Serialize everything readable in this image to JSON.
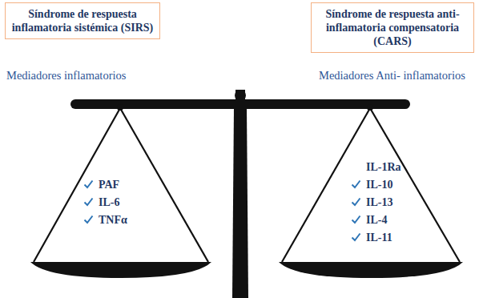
{
  "diagram": {
    "nodes": [
      {
        "text": [
          "Síndrome de respuesta inflamatoria sistémica (SIRS)"
        ]
      },
      {
        "text": [
          "Síndrome de respuesta anti-inflamatoria compensatoria (CARS)"
        ]
      },
      {
        "text": [
          "PAF",
          "IL-6",
          "TNFα"
        ]
      },
      {
        "text": [
          "IL-1Ra",
          "IL-10",
          "IL-13",
          "IL-4",
          "IL-11"
        ]
      }
    ],
    "labels": [
      "Mediadores inflamatorios",
      "Mediadores Anti- inflamatorios"
    ]
  }
}
